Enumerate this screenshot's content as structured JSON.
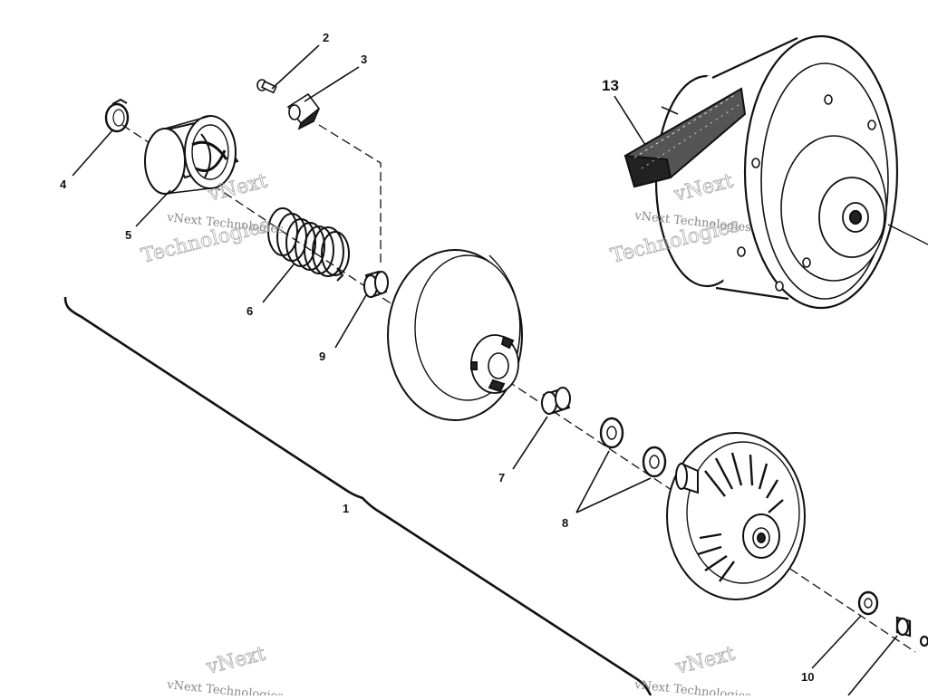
{
  "callouts": {
    "c1": "1",
    "c2": "2",
    "c3": "3",
    "c4": "4",
    "c5": "5",
    "c6": "6",
    "c7": "7",
    "c8": "8",
    "c9": "9",
    "c10": "10",
    "c13": "13"
  },
  "watermark": {
    "line1": "vNext",
    "line2": "vNext Technologies",
    "line3": "Technologies"
  },
  "colors": {
    "ink": "#111111",
    "watermark": "#9a9a9a"
  }
}
